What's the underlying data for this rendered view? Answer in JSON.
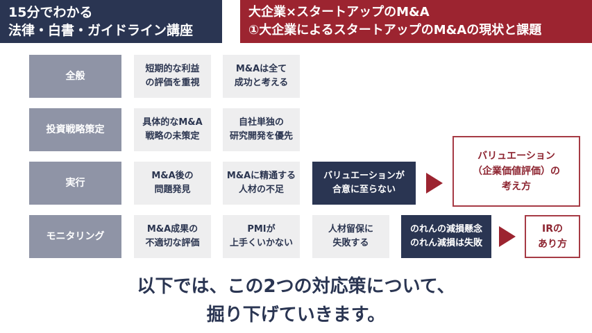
{
  "header": {
    "left": {
      "line1": "15分でわかる",
      "line2": "法律・白書・ガイドライン講座"
    },
    "right": {
      "line1": "大企業×スタートアップのM&A",
      "line2": "①大企業によるスタートアップのM&Aの現状と課題"
    }
  },
  "rows": [
    {
      "category": "全般",
      "items": [
        [
          "短期的な利益",
          "の評価を重視"
        ],
        [
          "M&Aは全て",
          "成功と考える"
        ]
      ]
    },
    {
      "category": "投資戦略策定",
      "items": [
        [
          "具体的なM&A",
          "戦略の未策定"
        ],
        [
          "自社単独の",
          "研究開発を優先"
        ]
      ]
    },
    {
      "category": "実行",
      "items": [
        [
          "M&A後の",
          "問題発見"
        ],
        [
          "M&Aに精通する",
          "人材の不足"
        ]
      ]
    },
    {
      "category": "モニタリング",
      "items": [
        [
          "M&A成果の",
          "不適切な評価"
        ],
        [
          "PMIが",
          "上手くいかない"
        ],
        [
          "人材留保に",
          "失敗する"
        ]
      ]
    }
  ],
  "highlights": {
    "valuation_issue": [
      "バリュエーションが",
      "合意に至らない"
    ],
    "goodwill_issue": [
      "のれんの減損懸念",
      "のれん減損は失敗"
    ]
  },
  "solutions": {
    "valuation": [
      "バリュエーション",
      "（企業価値評価）の",
      "考え方"
    ],
    "ir": [
      "IRの",
      "あり方"
    ]
  },
  "footer": {
    "line1": "以下では、この2つの対応策について、",
    "line2": "掘り下げていきます。"
  },
  "colors": {
    "navy": "#2a3552",
    "crimson": "#9c2430",
    "category_gray": "#8f94a6",
    "cell_gray": "#eeeeef"
  }
}
